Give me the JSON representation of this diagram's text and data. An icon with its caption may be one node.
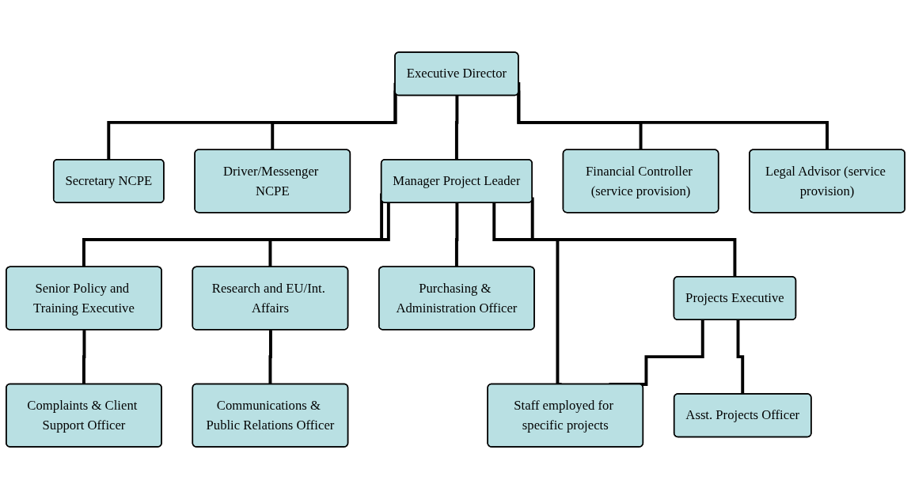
{
  "diagram": {
    "nodes": [
      {
        "text": [
          "Executive Director"
        ]
      },
      {
        "text": [
          "Secretary NCPE"
        ]
      },
      {
        "text": [
          "Driver/Messenger NCPE"
        ]
      },
      {
        "text": [
          "Manager Project Leader"
        ]
      },
      {
        "text": [
          "Financial Controller (service provision)"
        ]
      },
      {
        "text": [
          "Legal Advisor (service provision)"
        ]
      },
      {
        "text": [
          "Senior Policy and Training Executive"
        ]
      },
      {
        "text": [
          "Research and EU/Int. Affairs"
        ]
      },
      {
        "text": [
          "Purchasing & Administration Officer"
        ]
      },
      {
        "text": [
          "Projects Executive"
        ]
      },
      {
        "text": [
          "Staff employed for specific projects"
        ]
      },
      {
        "text": [
          "Complaints & Client Support Officer"
        ]
      },
      {
        "text": [
          "Communications & Public Relations Officer"
        ]
      },
      {
        "text": [
          "Asst. Projects Officer"
        ]
      }
    ],
    "edges": [
      {
        "from": 0,
        "to": 1,
        "arrow": "none"
      },
      {
        "from": 0,
        "to": 2,
        "arrow": "none"
      },
      {
        "from": 0,
        "to": 3,
        "arrow": "none"
      },
      {
        "from": 0,
        "to": 4,
        "arrow": "none"
      },
      {
        "from": 0,
        "to": 5,
        "arrow": "none"
      },
      {
        "from": 3,
        "to": 6,
        "arrow": "none"
      },
      {
        "from": 3,
        "to": 7,
        "arrow": "none"
      },
      {
        "from": 3,
        "to": 8,
        "arrow": "none"
      },
      {
        "from": 3,
        "to": 9,
        "arrow": "none"
      },
      {
        "from": 3,
        "to": 10,
        "arrow": "none"
      },
      {
        "from": 9,
        "to": 10,
        "arrow": "none"
      },
      {
        "from": 6,
        "to": 11,
        "arrow": "none"
      },
      {
        "from": 7,
        "to": 12,
        "arrow": "none"
      },
      {
        "from": 9,
        "to": 13,
        "arrow": "none"
      }
    ]
  }
}
